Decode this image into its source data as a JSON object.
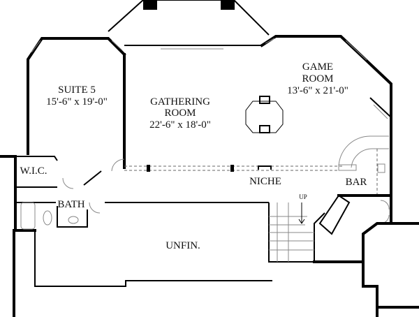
{
  "rooms": {
    "suite": {
      "name": "SUITE 5",
      "size": "15'-6\" x 19'-0\""
    },
    "gathering": {
      "name1": "GATHERING",
      "name2": "ROOM",
      "size": "22'-6\" x 18'-0\""
    },
    "game": {
      "name1": "GAME",
      "name2": "ROOM",
      "size": "13'-6\" x 21'-0\""
    },
    "wic": {
      "name": "W.I.C."
    },
    "bath": {
      "name": "BATH"
    },
    "niche": {
      "name": "NICHE"
    },
    "bar": {
      "name": "BAR"
    },
    "unfin": {
      "name": "UNFIN."
    },
    "stairs": {
      "label": "UP"
    }
  }
}
